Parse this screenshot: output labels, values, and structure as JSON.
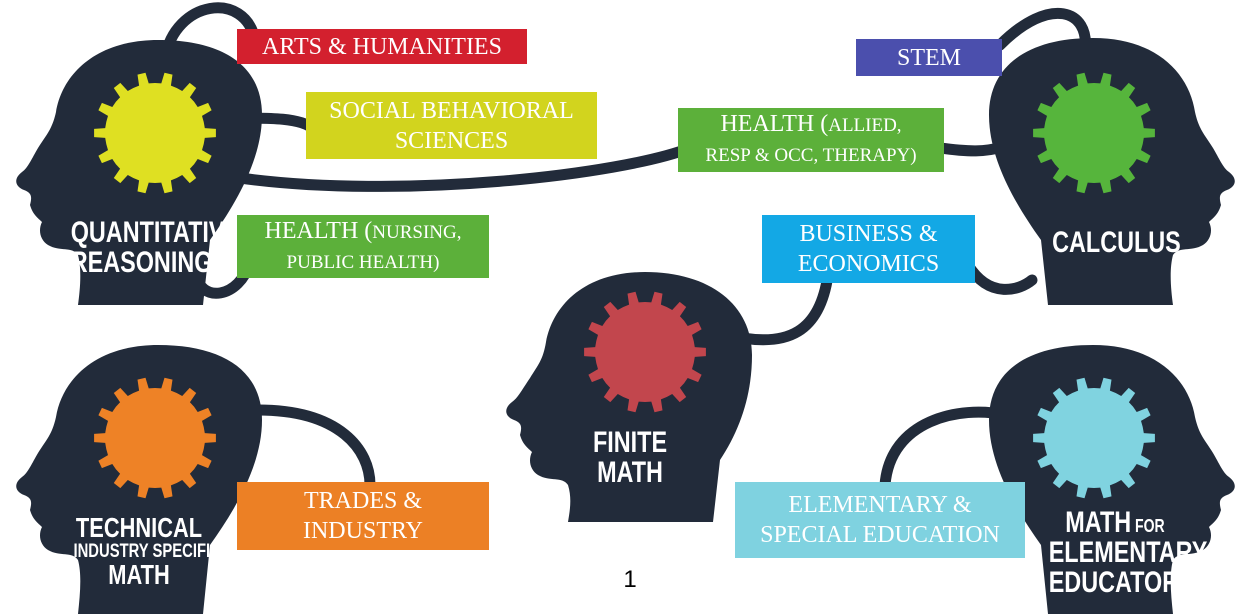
{
  "colors": {
    "head": "#222b3a",
    "arts": "#d3202e",
    "stem": "#4b4fad",
    "social": "#d2d41e",
    "health": "#5cb03a",
    "business": "#13a8e5",
    "trades": "#ec8025",
    "education": "#7fd2e0",
    "gear_qr": "#dfe022",
    "gear_calc": "#56b53c",
    "gear_finite": "#c2464d",
    "gear_tech": "#ee8226",
    "gear_elem": "#80d3e0"
  },
  "heads": {
    "qr": {
      "line1": "QUANTITATIVE",
      "line2": "REASONING"
    },
    "calc": {
      "line1": "CALCULUS"
    },
    "finite": {
      "line1": "FINITE",
      "line2": "MATH"
    },
    "tech": {
      "line1": "TECHNICAL",
      "line2": "INDUSTRY SPECIFIC",
      "line3": "MATH"
    },
    "elem": {
      "line1": "MATH",
      "line1_small": "FOR",
      "line2": "ELEMENTARY",
      "line3": "EDUCATORS"
    }
  },
  "tags": {
    "arts": "ARTS & HUMANITIES",
    "stem": "STEM",
    "social": {
      "line1": "SOCIAL BEHAVIORAL",
      "line2": "SCIENCES"
    },
    "health_allied": {
      "line1_big": "H",
      "line1_rest": "EALTH (",
      "line1_small": "ALLIED,",
      "line2": "RESP & OCC, THERAPY)"
    },
    "health_nursing": {
      "line1_big": "HEALTH (",
      "line1_small": "NURSING,",
      "line2": "PUBLIC HEALTH)"
    },
    "business": {
      "line1": "BUSINESS &",
      "line2": "ECONOMICS"
    },
    "trades": {
      "line1": "TRADES &",
      "line2": "INDUSTRY"
    },
    "education": {
      "line1": "ELEMENTARY &",
      "line2": "SPECIAL EDUCATION"
    }
  },
  "page_number": "1"
}
